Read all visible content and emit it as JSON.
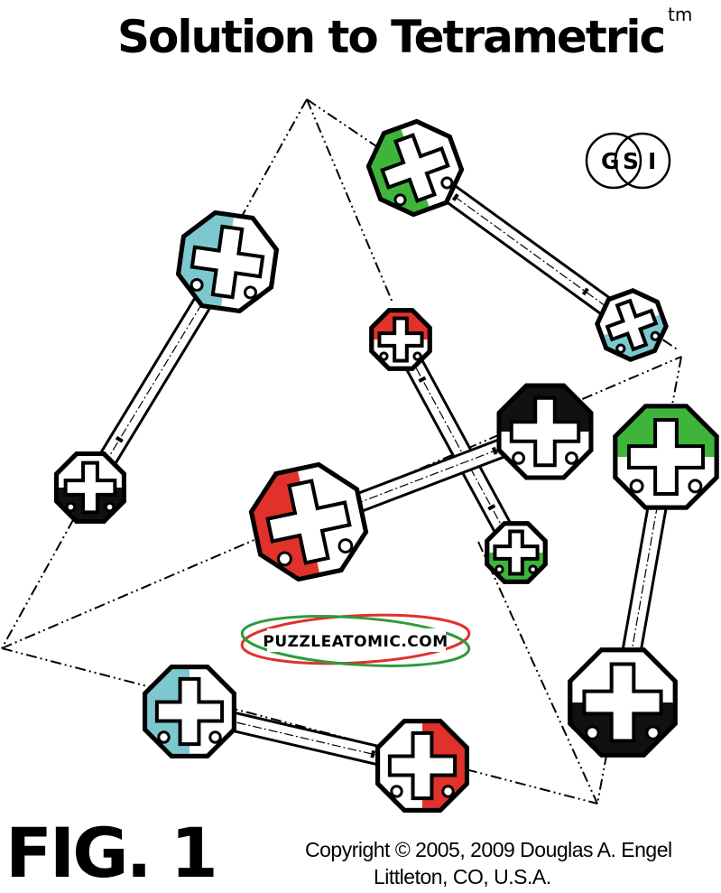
{
  "title": "Solution to Tetrametric",
  "trademark": "tm",
  "figure_label": "FIG. 1",
  "copyright": "Copyright © 2005, 2009 Douglas A. Engel",
  "location": "Littleton, CO, U.S.A.",
  "gsi_logo": {
    "letters": [
      "G",
      "S",
      "I"
    ]
  },
  "puzzle_logo": {
    "text": "PUZZLEATOMIC.COM"
  },
  "colors": {
    "cyan": "#7dc8cf",
    "green": "#3fb43b",
    "red": "#e0312b",
    "black": "#111111",
    "logo_red": "#e0312b",
    "logo_green": "#2e9b3a"
  },
  "pieces": [
    {
      "name": "cyan-black-piece",
      "end_a": "cyan",
      "end_b": "black"
    },
    {
      "name": "green-cyan-piece",
      "end_a": "green",
      "end_b": "cyan"
    },
    {
      "name": "red-green-piece",
      "end_a": "red",
      "end_b": "green"
    },
    {
      "name": "red-black-piece",
      "end_a": "red",
      "end_b": "black"
    },
    {
      "name": "green-black-piece",
      "end_a": "green",
      "end_b": "black"
    },
    {
      "name": "cyan-red-piece",
      "end_a": "cyan",
      "end_b": "red"
    }
  ]
}
